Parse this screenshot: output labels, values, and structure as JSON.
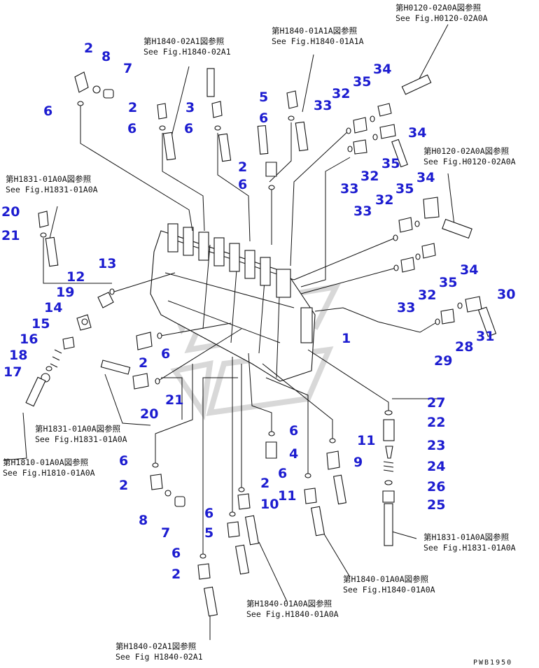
{
  "callouts": [
    "2",
    "8",
    "7",
    "6",
    "2",
    "6",
    "3",
    "6",
    "5",
    "6",
    "2",
    "6",
    "33",
    "32",
    "35",
    "34",
    "34",
    "35",
    "32",
    "33",
    "34",
    "35",
    "32",
    "33",
    "34",
    "35",
    "32",
    "33",
    "30",
    "31",
    "28",
    "29",
    "1",
    "20",
    "21",
    "13",
    "12",
    "19",
    "14",
    "15",
    "16",
    "18",
    "17",
    "2",
    "6",
    "20",
    "21",
    "27",
    "22",
    "23",
    "24",
    "26",
    "25",
    "6",
    "4",
    "11",
    "9",
    "6",
    "2",
    "11",
    "10",
    "6",
    "5",
    "6",
    "2",
    "8",
    "7",
    "6",
    "2"
  ],
  "refs": [
    "第H0120-02A0A図参照",
    "See Fig.H0120-02A0A",
    "第H1840-02A1図参照",
    "See Fig.H1840-02A1",
    "第H1840-01A1A図参照",
    "See Fig.H1840-01A1A",
    "第H0120-02A0A図参照",
    "See Fig.H0120-02A0A",
    "第H1831-01A0A図参照",
    "See Fig.H1831-01A0A",
    "第H1831-01A0A図参照",
    "See Fig.H1831-01A0A",
    "第H1810-01A0A図参照",
    "See Fig.H1810-01A0A",
    "第H1831-01A0A図参照",
    "See Fig.H1831-01A0A",
    "第H1840-01A0A図参照",
    "See Fig.H1840-01A0A",
    "第H1840-01A0A図参照",
    "See Fig.H1840-01A0A",
    "第H1840-02A1図参照",
    "See Fig H1840-02A1"
  ],
  "drawing_code": "PWB1950"
}
